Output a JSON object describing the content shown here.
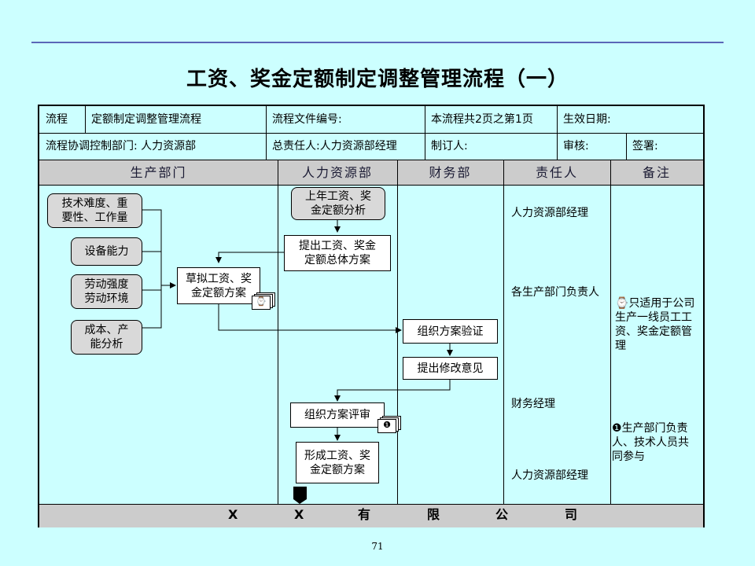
{
  "page_title": "工资、奖金定额制定调整管理流程（一）",
  "info": {
    "r1c1": "流程",
    "r1c2": "定额制定调整管理流程",
    "r1c3": "流程文件编号:",
    "r1c4": "本流程共2页之第1页",
    "r1c5": "生效日期:",
    "r2c1": "流程协调控制部门: 人力资源部",
    "r2c2": "总责任人:人力资源部经理",
    "r2c3": "制订人:",
    "r2c4": "审核:",
    "r2c5": "签署:"
  },
  "lanes": [
    "生产部门",
    "人力资源部",
    "财务部",
    "责任人",
    "备注"
  ],
  "boxes": {
    "b1": "技术难度、重\n要性、工作量",
    "b2": "设备能力",
    "b3": "劳动强度\n劳动环境",
    "b4": "成本、产\n能分析",
    "b5": "草拟工资、奖\n金定额方案",
    "h1": "上年工资、奖\n金定额分析",
    "h2": "提出工资、奖金\n定额总体方案",
    "f1": "组织方案验证",
    "f2": "提出修改意见",
    "h3": "组织方案评审",
    "h4": "形成工资、奖\n金定额方案"
  },
  "responsible": {
    "r1": "人力资源部经理",
    "r2": "各生产部门负责人",
    "r3": "财务经理",
    "r4": "人力资源部经理"
  },
  "notes": {
    "n1_marker": "⌚",
    "n1": "只适用于公司\n生产一线员工工\n资、奖金定额管\n理",
    "n2_marker": "❶",
    "n2": "生产部门负责\n人、技术人员共\n同参与"
  },
  "footer": [
    "X",
    "X",
    "有",
    "限",
    "公",
    "司"
  ],
  "page_number": "71",
  "colors": {
    "background": "#ccffff",
    "band": "#cccccc",
    "rule": "#5b66b8"
  }
}
